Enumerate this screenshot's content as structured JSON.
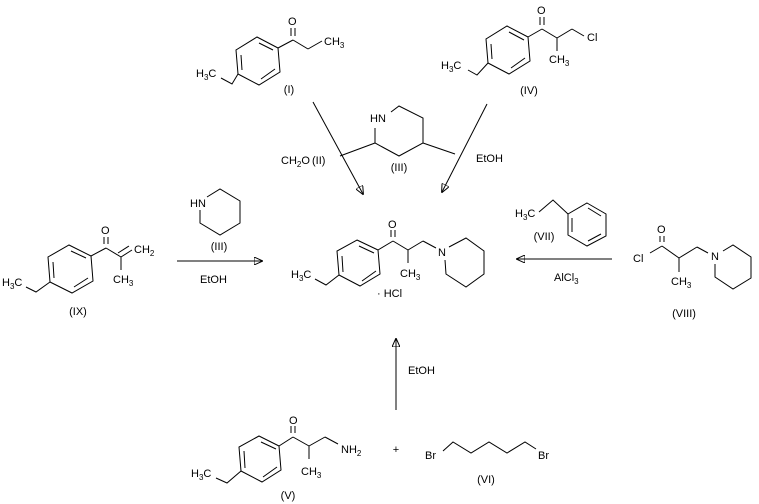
{
  "colors": {
    "background": "#ffffff",
    "ink": "#000000"
  },
  "atoms": {
    "O": "O",
    "HN": "HN",
    "N": "N",
    "Cl": "Cl",
    "Br": "Br",
    "h3c": {
      "p1": "H",
      "sub": "3",
      "p2": "C"
    },
    "ch3": {
      "p1": "CH",
      "sub": "3"
    },
    "ch2": {
      "p1": "CH",
      "sub": "2"
    },
    "nh2": {
      "p1": "NH",
      "sub": "2"
    }
  },
  "captions": {
    "I": "(I)",
    "II": "(II)",
    "III": "(III)",
    "IV": "(IV)",
    "V": "(V)",
    "VI": "(VI)",
    "VII": "(VII)",
    "VIII": "(VIII)",
    "IX": "(IX)"
  },
  "reagents": {
    "ch2o": {
      "p1": "CH",
      "sub": "2",
      "p2": "O"
    },
    "etoh": "EtOH",
    "alcl3": {
      "p1": "AlCl",
      "sub": "3"
    }
  },
  "product": {
    "salt": "· HCl"
  },
  "operators": {
    "plus": "+"
  }
}
